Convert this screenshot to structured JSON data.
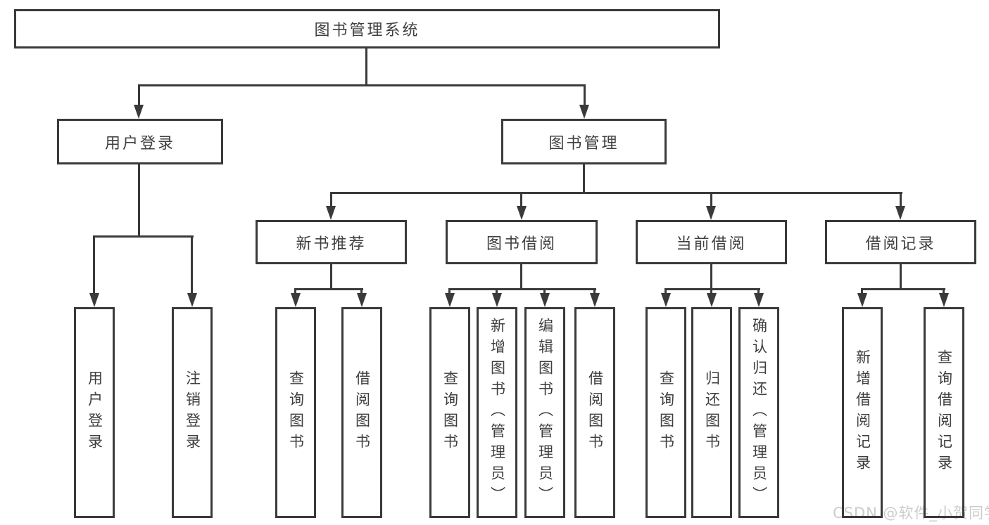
{
  "colors": {
    "line": "#3a3a3a",
    "text": "#3f3f3f",
    "watermark": "#cccccc",
    "background": "#ffffff"
  },
  "tree": {
    "root": "图书管理系统",
    "level2": [
      "用户登录",
      "图书管理"
    ],
    "level3": [
      "新书推荐",
      "图书借阅",
      "当前借阅",
      "借阅记录"
    ],
    "user_leaves": [
      "用户登录",
      "注销登录"
    ],
    "newbook_leaves": [
      "查询图书",
      "借阅图书"
    ],
    "borrow_leaves": [
      "查询图书",
      "新增图书（管理员）",
      "编辑图书（管理员）",
      "借阅图书"
    ],
    "current_leaves": [
      "查询图书",
      "归还图书",
      "确认归还（管理员）"
    ],
    "record_leaves": [
      "新增借阅记录",
      "查询借阅记录"
    ]
  },
  "watermark": {
    "text": "CSDN @软件_小贺同学"
  }
}
